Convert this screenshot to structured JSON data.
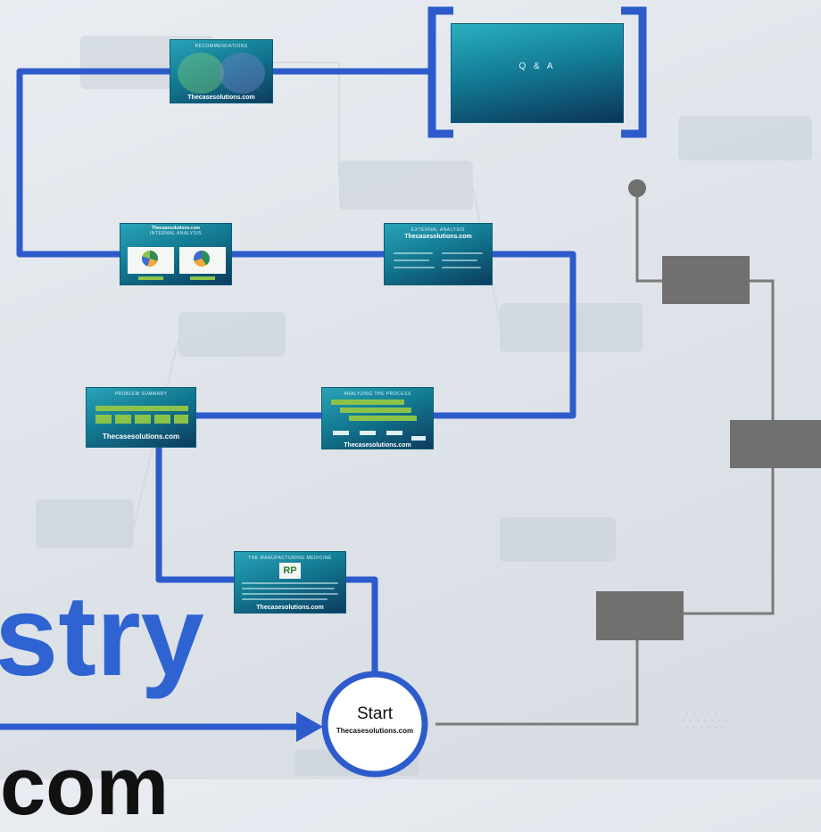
{
  "start_node": {
    "label": "Start",
    "sublabel": "Thecasesolutions.com"
  },
  "slides": {
    "recommendations": {
      "title": "RECOMMENDATIONS",
      "brand": "Thecasesolutions.com"
    },
    "qa": {
      "title": "Q & A"
    },
    "internal_analysis": {
      "header": "Thecasesolutions.com",
      "title": "INTERNAL ANALYSIS"
    },
    "external_analysis": {
      "title": "EXTERNAL ANALYSIS",
      "brand": "Thecasesolutions.com"
    },
    "problem_summary": {
      "title": "PROBLEM SUMMARY",
      "brand": "Thecasesolutions.com"
    },
    "analyzing_process": {
      "title": "ANALYZING THE PROCESS",
      "brand": "Thecasesolutions.com"
    },
    "intro": {
      "title": "THE MANUFACTURING MEDICINE",
      "brand": "Thecasesolutions.com",
      "logo": "RP"
    }
  },
  "background": {
    "word_large": "stry",
    "word_bottom": "com"
  },
  "colors": {
    "path_blue": "#2e5bcc",
    "gray_path": "#7a7a7a",
    "gray_box": "#707070",
    "slide_teal": "#1a8fa8"
  }
}
